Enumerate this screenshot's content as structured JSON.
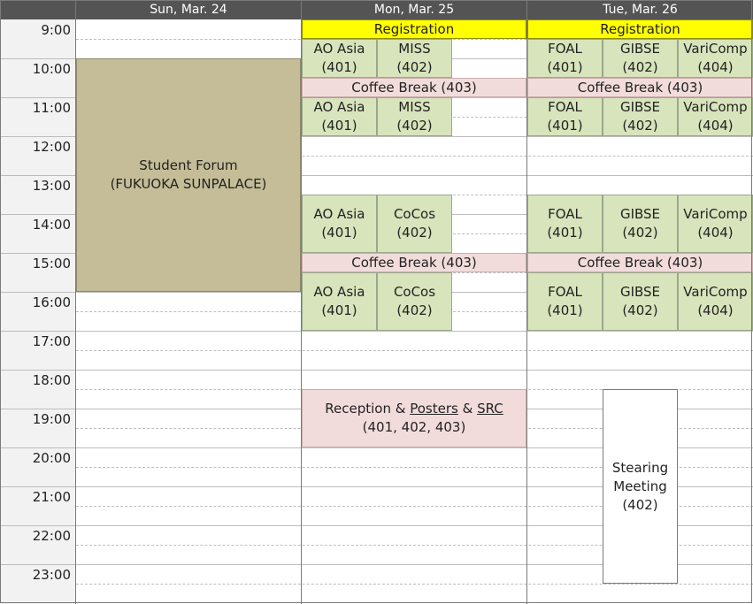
{
  "days": [
    "Sun, Mar. 24",
    "Mon, Mar. 25",
    "Tue, Mar. 26"
  ],
  "hours": [
    "9:00",
    "10:00",
    "11:00",
    "12:00",
    "13:00",
    "14:00",
    "15:00",
    "16:00",
    "17:00",
    "18:00",
    "19:00",
    "20:00",
    "21:00",
    "22:00",
    "23:00"
  ],
  "mon": {
    "registration": "Registration",
    "coffee1": "Coffee Break (403)",
    "coffee2": "Coffee Break (403)",
    "s1a": {
      "title": "AO Asia",
      "room": "(401)"
    },
    "s1b": {
      "title": "MISS",
      "room": "(402)"
    },
    "s2a": {
      "title": "AO Asia",
      "room": "(401)"
    },
    "s2b": {
      "title": "MISS",
      "room": "(402)"
    },
    "s3a": {
      "title": "AO Asia",
      "room": "(401)"
    },
    "s3b": {
      "title": "CoCos",
      "room": "(402)"
    },
    "s4a": {
      "title": "AO Asia",
      "room": "(401)"
    },
    "s4b": {
      "title": "CoCos",
      "room": "(402)"
    },
    "reception": {
      "prefix": "Reception &",
      "posters": "Posters",
      "amp": "&",
      "src": "SRC",
      "rooms": "(401, 402, 403)"
    }
  },
  "tue": {
    "registration": "Registration",
    "coffee1": "Coffee Break (403)",
    "coffee2": "Coffee Break (403)",
    "s1a": {
      "title": "FOAL",
      "room": "(401)"
    },
    "s1b": {
      "title": "GIBSE",
      "room": "(402)"
    },
    "s1c": {
      "title": "VariComp",
      "room": "(404)"
    },
    "s2a": {
      "title": "FOAL",
      "room": "(401)"
    },
    "s2b": {
      "title": "GIBSE",
      "room": "(402)"
    },
    "s2c": {
      "title": "VariComp",
      "room": "(404)"
    },
    "s3a": {
      "title": "FOAL",
      "room": "(401)"
    },
    "s3b": {
      "title": "GIBSE",
      "room": "(402)"
    },
    "s3c": {
      "title": "VariComp",
      "room": "(404)"
    },
    "s4a": {
      "title": "FOAL",
      "room": "(401)"
    },
    "s4b": {
      "title": "GIBSE",
      "room": "(402)"
    },
    "s4c": {
      "title": "VariComp",
      "room": "(404)"
    },
    "steering": {
      "line1": "Stearing",
      "line2": "Meeting",
      "room": "(402)"
    }
  },
  "sun": {
    "forum": {
      "line1": "Student Forum",
      "line2": "(FUKUOKA SUNPALACE)"
    }
  },
  "colors": {
    "header": "#545454",
    "registration": "#ffff00",
    "session": "#d8e4bc",
    "coffee": "#f2dcdb",
    "forum": "#c4bd97",
    "timecol": "#f2f2f2"
  }
}
